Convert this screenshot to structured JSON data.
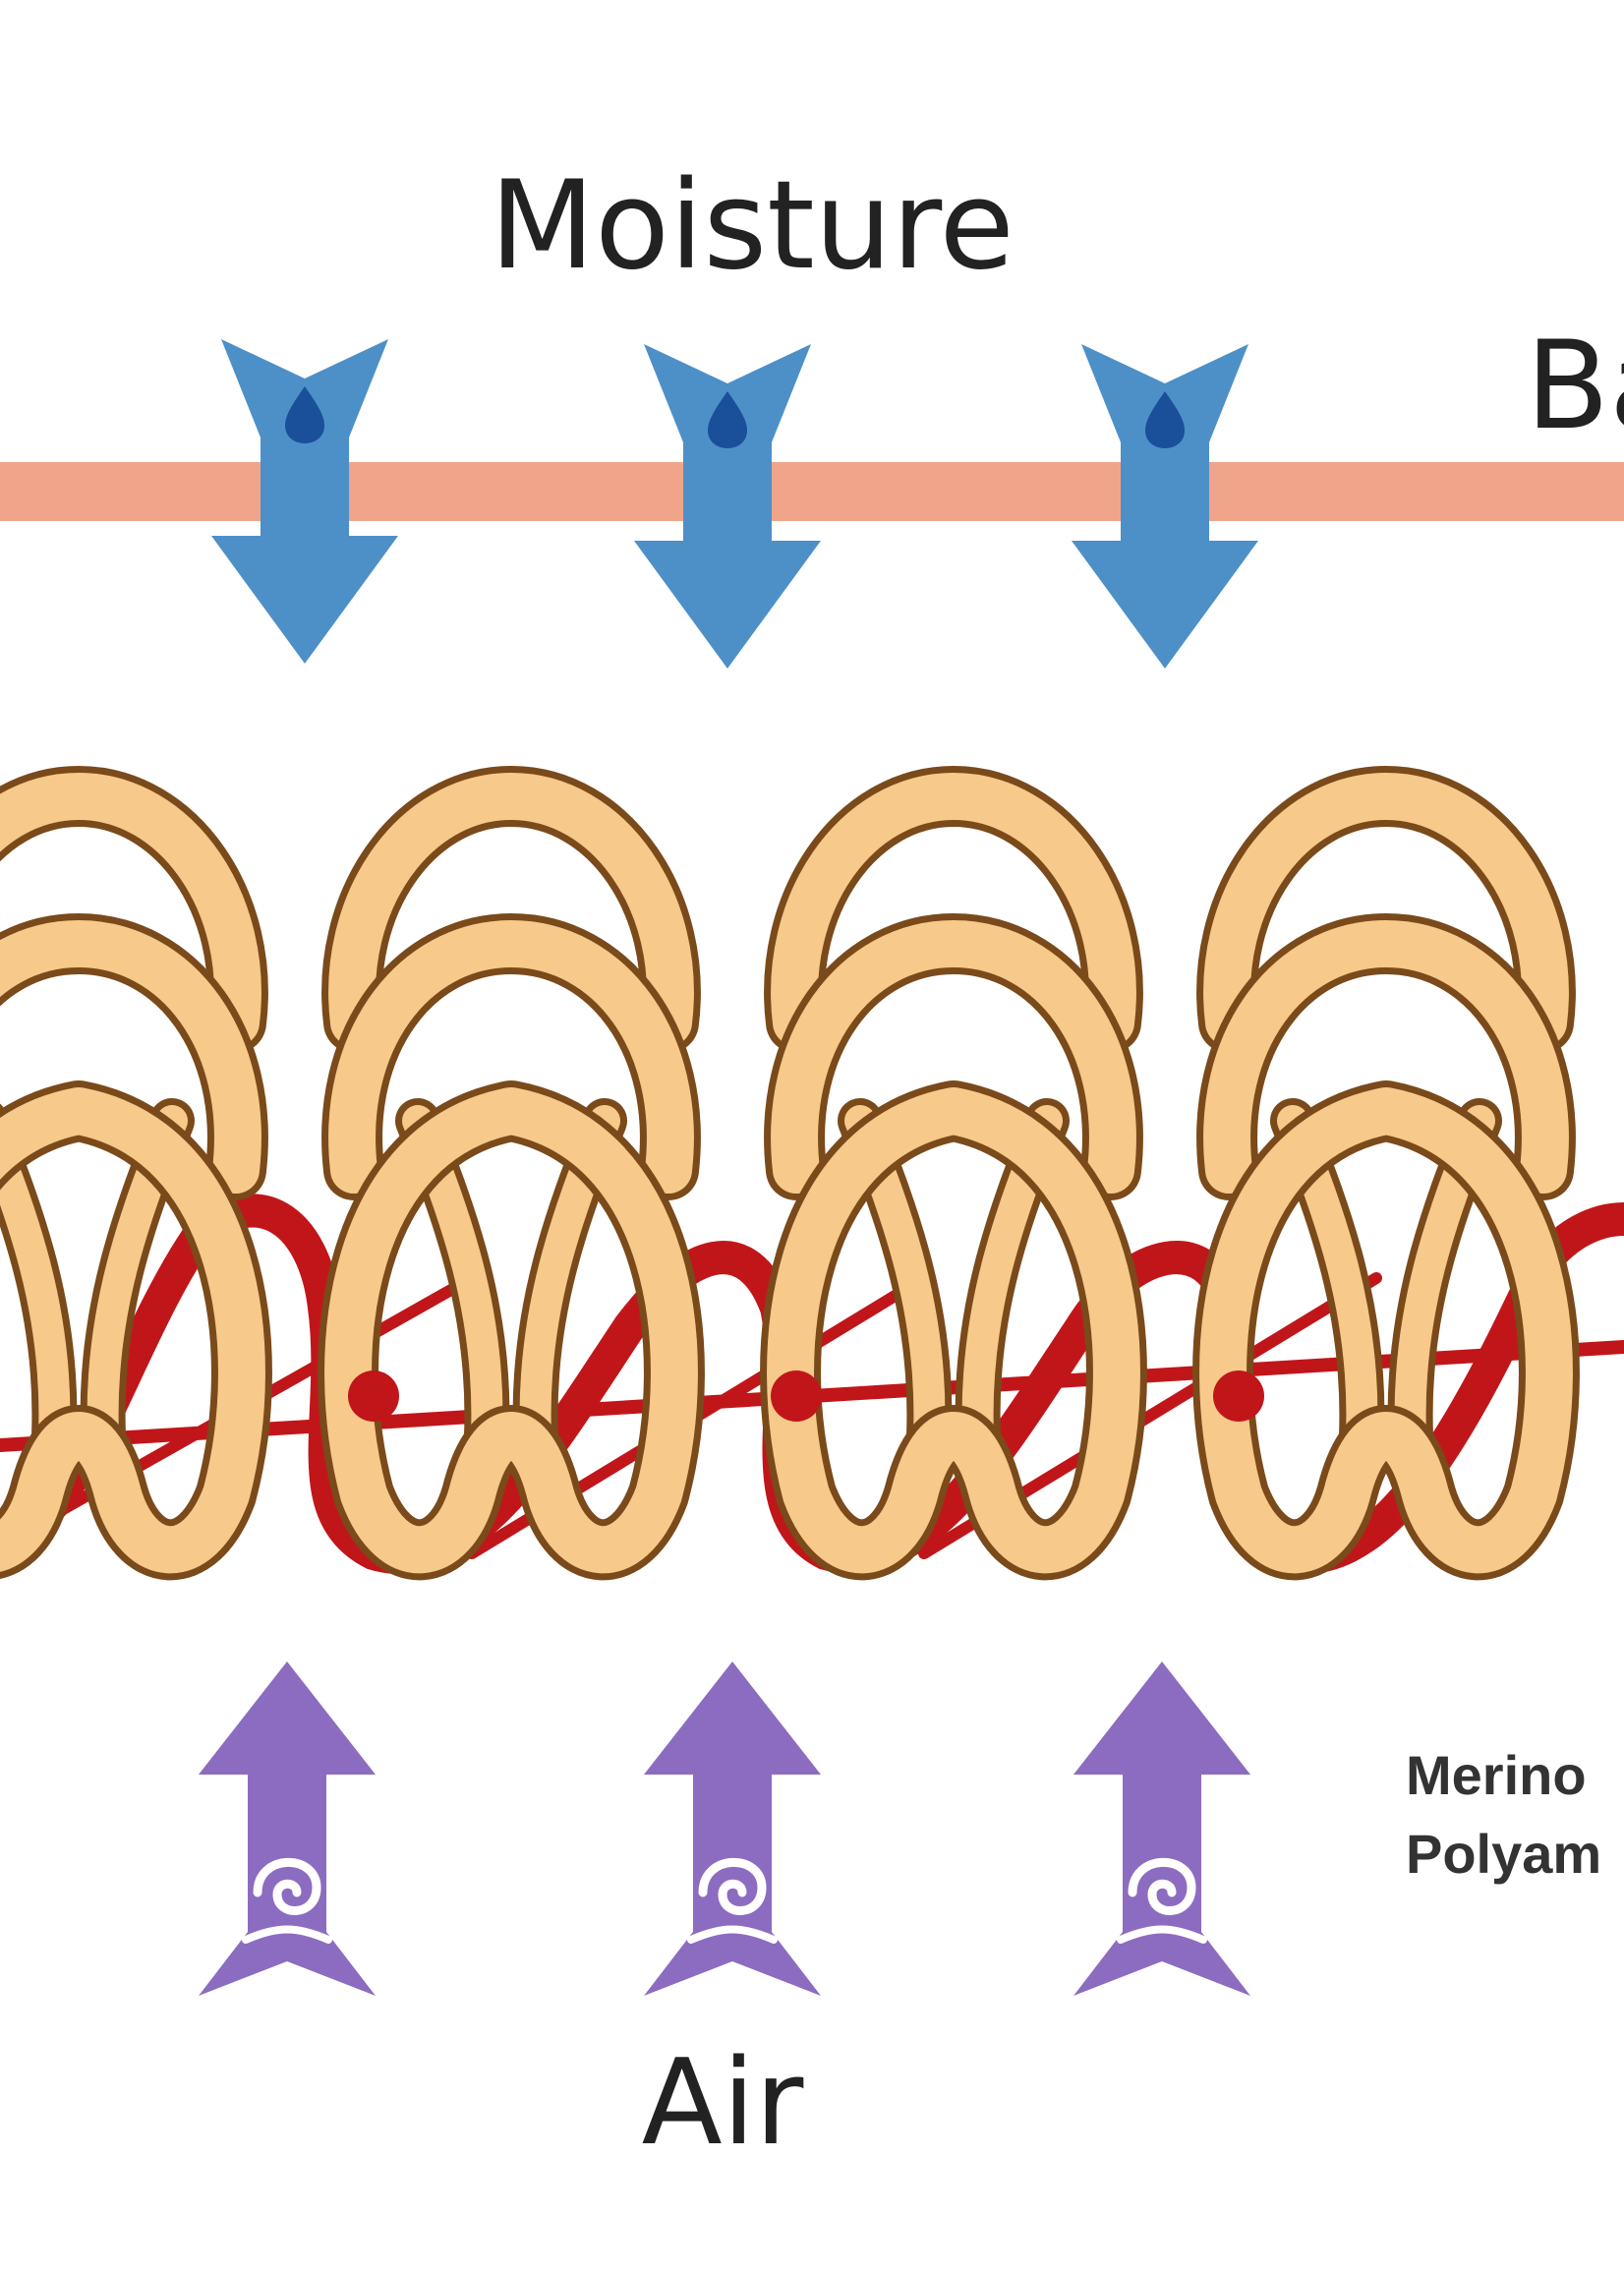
{
  "labels": {
    "moisture": "Moisture",
    "air": "Air",
    "right_label_partial": "Ba",
    "legend_line1": "Merino",
    "legend_line2": "Polyam"
  },
  "colors": {
    "background": "#ffffff",
    "top_band": "#f0a48a",
    "moisture_arrow": "#4d90c8",
    "water_drop": "#1a4f9a",
    "air_arrow": "#8c6cc0",
    "merino_fill": "#f7c98a",
    "merino_outline": "#7a4a1a",
    "polyamide_yarn": "#c0161a",
    "text": "#222222"
  },
  "icons": {
    "moisture_arrow": "down-arrow-water-drop-icon",
    "air_arrow": "up-arrow-air-swirl-icon"
  },
  "moisture_arrow_count": 3,
  "air_arrow_count": 3,
  "knit_columns": 4
}
